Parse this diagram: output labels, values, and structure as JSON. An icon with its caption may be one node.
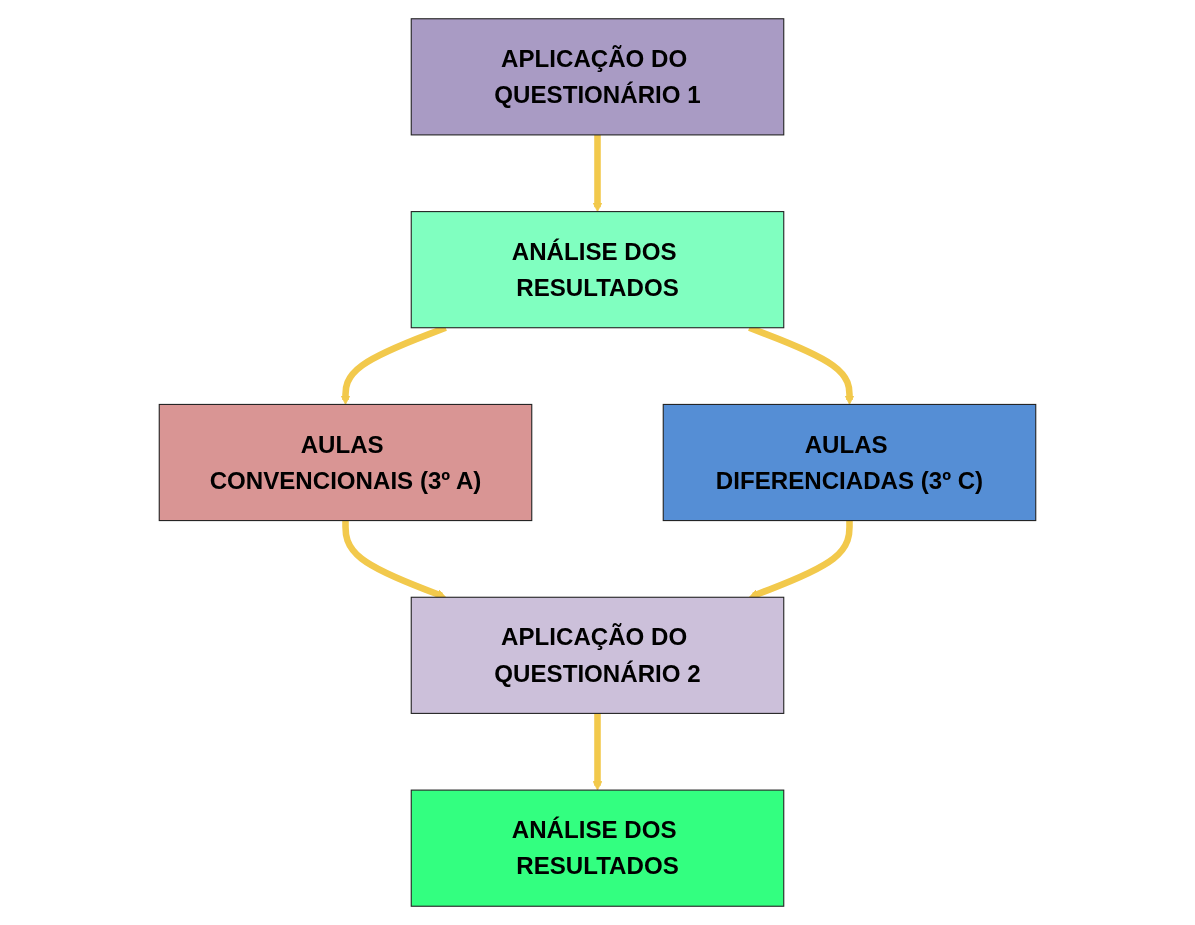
{
  "diagram": {
    "nodes": [
      {
        "text": [
          "APLICAÇÃO DO QUESTIONÁRIO 1"
        ]
      },
      {
        "text": [
          "ANÁLISE DOS RESULTADOS"
        ]
      },
      {
        "text": [
          "AULAS CONVENCIONAIS (3º A)"
        ]
      },
      {
        "text": [
          "AULAS DIFERENCIADAS (3º C)"
        ]
      },
      {
        "text": [
          "APLICAÇÃO DO QUESTIONÁRIO 2"
        ]
      },
      {
        "text": [
          "ANÁLISE DOS RESULTADOS"
        ]
      }
    ],
    "edges": [
      {
        "from": 0,
        "to": 1,
        "arrow": "to"
      },
      {
        "from": 1,
        "to": 2,
        "arrow": "to"
      },
      {
        "from": 1,
        "to": 3,
        "arrow": "to"
      },
      {
        "from": 2,
        "to": 4,
        "arrow": "to"
      },
      {
        "from": 3,
        "to": 4,
        "arrow": "to"
      },
      {
        "from": 4,
        "to": 5,
        "arrow": "to"
      }
    ]
  }
}
